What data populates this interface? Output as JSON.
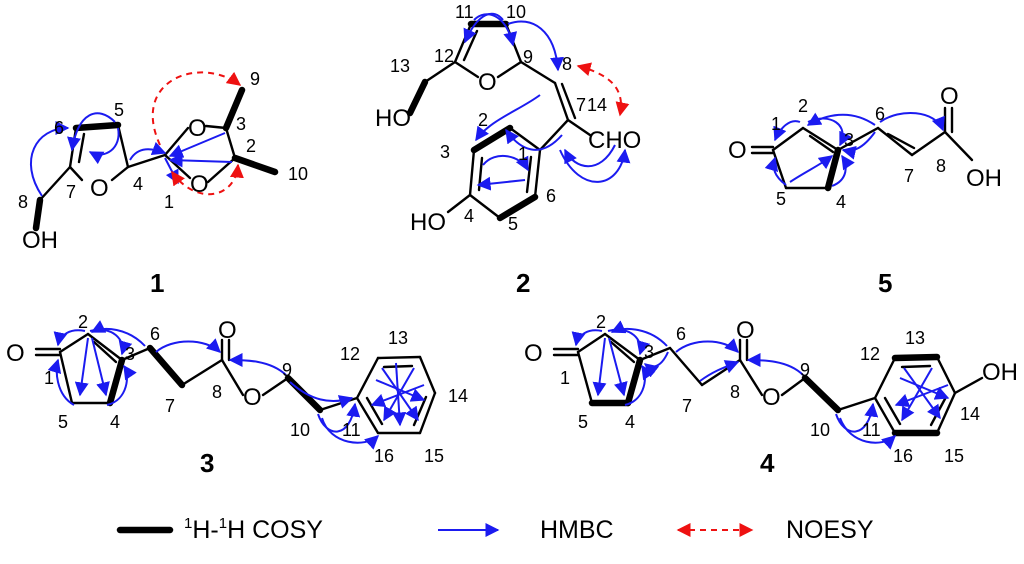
{
  "colors": {
    "bond": "#000000",
    "hmbc": "#1b1bf0",
    "noesy": "#ee1111"
  },
  "compounds": [
    {
      "id": "1",
      "atoms": {
        "o_ring": "O",
        "o_a": "O",
        "o_b": "O",
        "oh": "OH"
      },
      "numbers": [
        "1",
        "2",
        "3",
        "4",
        "5",
        "6",
        "7",
        "8",
        "9",
        "10"
      ]
    },
    {
      "id": "2",
      "atoms": {
        "o_ring": "O",
        "ho_top": "HO",
        "cho": "CHO",
        "ho_bottom": "HO"
      },
      "numbers": [
        "1",
        "2",
        "3",
        "4",
        "5",
        "6",
        "7",
        "8",
        "9",
        "10",
        "11",
        "12",
        "13",
        "14"
      ]
    },
    {
      "id": "5",
      "atoms": {
        "o_keto": "O",
        "o_acid": "O",
        "oh": "OH"
      },
      "numbers": [
        "1",
        "2",
        "3",
        "4",
        "5",
        "6",
        "7",
        "8"
      ]
    },
    {
      "id": "3",
      "atoms": {
        "o_keto": "O",
        "o_carbonyl": "O",
        "o_ester": "O"
      },
      "numbers": [
        "1",
        "2",
        "3",
        "4",
        "5",
        "6",
        "7",
        "8",
        "9",
        "10",
        "11",
        "12",
        "13",
        "14",
        "15",
        "16"
      ]
    },
    {
      "id": "4",
      "atoms": {
        "o_keto": "O",
        "o_carbonyl": "O",
        "o_ester": "O",
        "oh": "OH"
      },
      "numbers": [
        "1",
        "2",
        "3",
        "4",
        "5",
        "6",
        "7",
        "8",
        "9",
        "10",
        "11",
        "12",
        "13",
        "14",
        "15",
        "16"
      ]
    }
  ],
  "legend": {
    "cosy_sup1": "1",
    "cosy_h1": "H-",
    "cosy_sup2": "1",
    "cosy_h2": "H COSY",
    "hmbc": "HMBC",
    "noesy": "NOESY"
  }
}
